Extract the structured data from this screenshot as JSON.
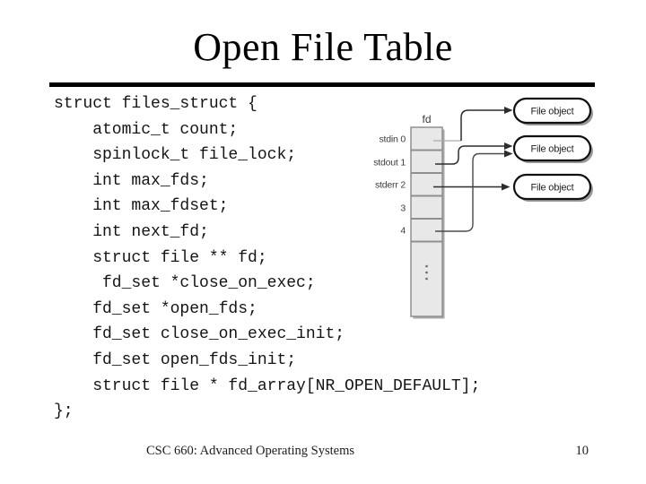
{
  "slide": {
    "title": "Open File Table",
    "footer": "CSC 660: Advanced Operating Systems",
    "page_number": "10"
  },
  "code": {
    "text": "struct files_struct {\n    atomic_t count;\n    spinlock_t file_lock;\n    int max_fds;\n    int max_fdset;\n    int next_fd;\n    struct file ** fd;\n     fd_set *close_on_exec;\n    fd_set *open_fds;\n    fd_set close_on_exec_init;\n    fd_set open_fds_init;\n    struct file * fd_array[NR_OPEN_DEFAULT];\n};"
  },
  "diagram": {
    "column_label": "fd",
    "rows": [
      "stdin 0",
      "stdout 1",
      "stderr 2",
      "3",
      "4"
    ],
    "file_objects": [
      "File object",
      "File object",
      "File object"
    ],
    "connections": [
      {
        "from": "stdin 0",
        "to": "file-object-1"
      },
      {
        "from": "stdout 1",
        "to": "file-object-2"
      },
      {
        "from": "stderr 2",
        "to": "file-object-3"
      },
      {
        "from": "4",
        "to": "file-object-2"
      }
    ],
    "colors": {
      "cell_fill": "#e8e8e8",
      "cell_border": "#8f8f8f",
      "shadow": "#a8a8a8",
      "arrow": "#333333",
      "box_border": "#111111"
    }
  }
}
